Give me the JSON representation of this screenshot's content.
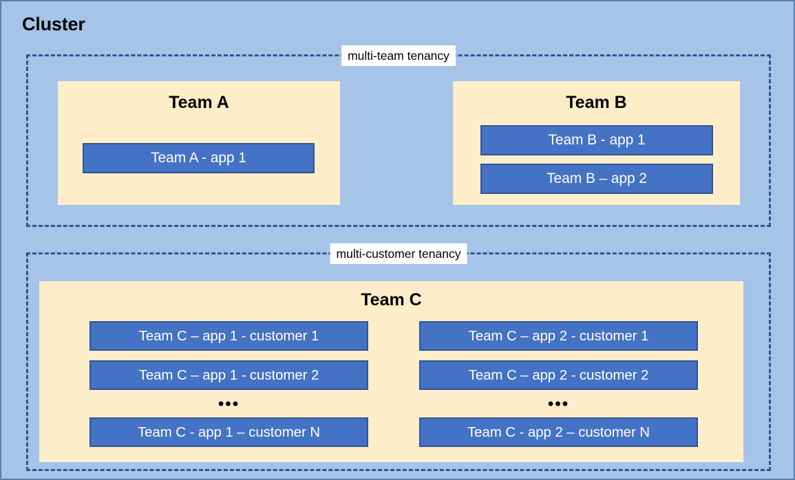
{
  "diagram": {
    "title": "Cluster",
    "colors": {
      "canvas_background": "#A6C4E8",
      "canvas_border": "#5C7FB0",
      "dashed_border": "#2F5496",
      "team_box_fill": "#FDEEC9",
      "app_box_fill": "#4472C4",
      "app_box_border": "#2F5496",
      "app_box_text": "#FFFFFF",
      "label_background": "#FFFFFF",
      "title_text": "#000000"
    },
    "groups": [
      {
        "id": "multi-team",
        "label": "multi-team tenancy",
        "teams": [
          {
            "id": "team-a",
            "title": "Team A",
            "apps": [
              {
                "label": "Team A - app 1"
              }
            ]
          },
          {
            "id": "team-b",
            "title": "Team B",
            "apps": [
              {
                "label": "Team B - app 1"
              },
              {
                "label": "Team B – app 2"
              }
            ]
          }
        ]
      },
      {
        "id": "multi-customer",
        "label": "multi-customer tenancy",
        "teams": [
          {
            "id": "team-c",
            "title": "Team C",
            "columns": [
              {
                "id": "app-1",
                "items": [
                  {
                    "label": "Team C – app 1 - customer 1"
                  },
                  {
                    "label": "Team C – app 1 - customer 2"
                  }
                ],
                "ellipsis": "•••",
                "last": {
                  "label": "Team C - app 1 – customer N"
                }
              },
              {
                "id": "app-2",
                "items": [
                  {
                    "label": "Team C – app 2 - customer 1"
                  },
                  {
                    "label": "Team C – app 2 - customer 2"
                  }
                ],
                "ellipsis": "•••",
                "last": {
                  "label": "Team C - app 2 – customer N"
                }
              }
            ]
          }
        ]
      }
    ]
  }
}
